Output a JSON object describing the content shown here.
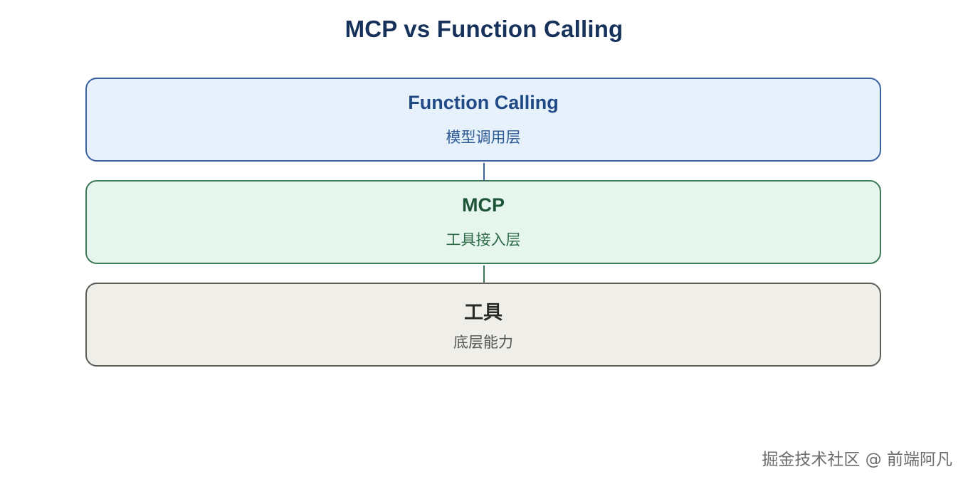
{
  "title": "MCP vs Function Calling",
  "layers": [
    {
      "name": "Function Calling",
      "subtitle": "模型调用层",
      "colors": {
        "fill": "#e6f1fc",
        "border": "#3a63a0",
        "title": "#1f4a86",
        "subtitle": "#2d5a96"
      }
    },
    {
      "name": "MCP",
      "subtitle": "工具接入层",
      "colors": {
        "fill": "#e6f5ee",
        "border": "#3d7a58",
        "title": "#1d5336",
        "subtitle": "#2d6a48"
      }
    },
    {
      "name": "工具",
      "subtitle": "底层能力",
      "colors": {
        "fill": "#efeee9",
        "border": "#5f5f5a",
        "title": "#2a2a28",
        "subtitle": "#555553"
      }
    }
  ],
  "connector_colors": [
    "#3a63a0",
    "#3d7a58"
  ],
  "watermark": "掘金技术社区 @ 前端阿凡"
}
